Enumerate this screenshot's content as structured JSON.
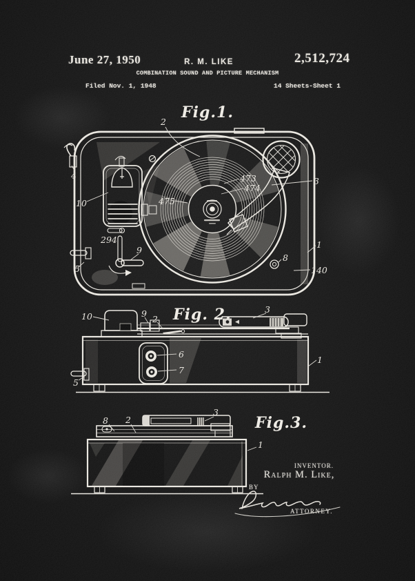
{
  "header": {
    "date": "June 27, 1950",
    "inventor_abbrev": "R. M. LIKE",
    "patent_number": "2,512,724",
    "title": "COMBINATION SOUND AND PICTURE MECHANISM",
    "filed": "Filed Nov. 1, 1948",
    "sheet_info": "14 Sheets-Sheet 1"
  },
  "fig1": {
    "label": "Fig.1.",
    "refs": {
      "r2": "2",
      "r4": "4",
      "r10": "10",
      "r475": "475",
      "r473": "473",
      "r474": "474",
      "r3": "3",
      "r294": "294",
      "r9": "9",
      "r5": "5",
      "r8": "8",
      "r1": "1",
      "r140": "140"
    }
  },
  "fig2": {
    "label": "Fig. 2.",
    "refs": {
      "r10": "10",
      "r9": "9",
      "r2": "2",
      "r3": "3",
      "r6": "6",
      "r7": "7",
      "r5": "5",
      "r1": "1"
    }
  },
  "fig3": {
    "label": "Fig.3.",
    "refs": {
      "r8": "8",
      "r2": "2",
      "r3": "3",
      "r1": "1"
    }
  },
  "signature": {
    "inventor_caption": "INVENTOR.",
    "inventor_name": "Ralph M. Like,",
    "by": "BY",
    "attorney_caption": "ATTORNEY."
  },
  "colors": {
    "background": "#101010",
    "ink": "#e9e6df",
    "chalk_smudge": "#b3afa7"
  }
}
